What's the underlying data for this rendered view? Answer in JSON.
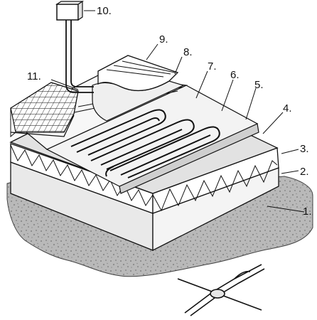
{
  "labels": [
    {
      "id": "1",
      "text": "1."
    },
    {
      "id": "2",
      "text": "2."
    },
    {
      "id": "3",
      "text": "3."
    },
    {
      "id": "4",
      "text": "4."
    },
    {
      "id": "5",
      "text": "5."
    },
    {
      "id": "6",
      "text": "6."
    },
    {
      "id": "7",
      "text": "7."
    },
    {
      "id": "8",
      "text": "8."
    },
    {
      "id": "9",
      "text": "9."
    },
    {
      "id": "10",
      "text": "10."
    },
    {
      "id": "11",
      "text": "11."
    }
  ],
  "colors": {
    "ink": "#111111",
    "ground": "#b9b9b9",
    "slab_side": "#e6e6e6",
    "screed_top": "#f1f1f1",
    "mesh_top": "#dcdcdc",
    "tile": "#ffffff"
  }
}
